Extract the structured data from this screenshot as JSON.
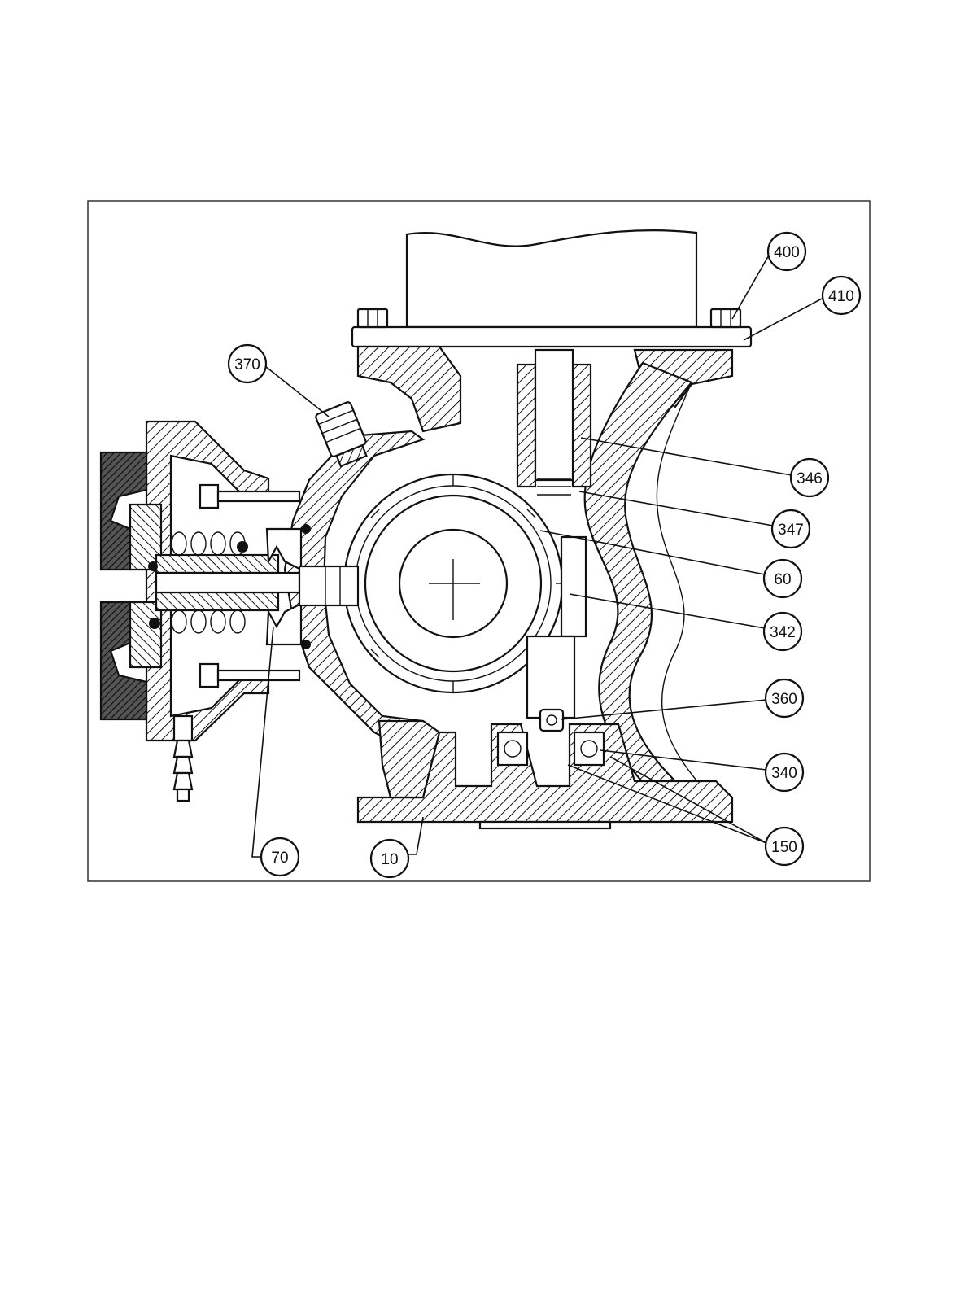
{
  "callouts": [
    {
      "id": "c400",
      "label": "400"
    },
    {
      "id": "c410",
      "label": "410"
    },
    {
      "id": "c370",
      "label": "370"
    },
    {
      "id": "c346",
      "label": "346"
    },
    {
      "id": "c347",
      "label": "347"
    },
    {
      "id": "c60",
      "label": "60"
    },
    {
      "id": "c342",
      "label": "342"
    },
    {
      "id": "c360",
      "label": "360"
    },
    {
      "id": "c340",
      "label": "340"
    },
    {
      "id": "c150",
      "label": "150"
    },
    {
      "id": "c70",
      "label": "70"
    },
    {
      "id": "c10",
      "label": "10"
    }
  ],
  "colors": {
    "line": "#111111",
    "fill_dark": "#444444",
    "background": "#ffffff"
  }
}
